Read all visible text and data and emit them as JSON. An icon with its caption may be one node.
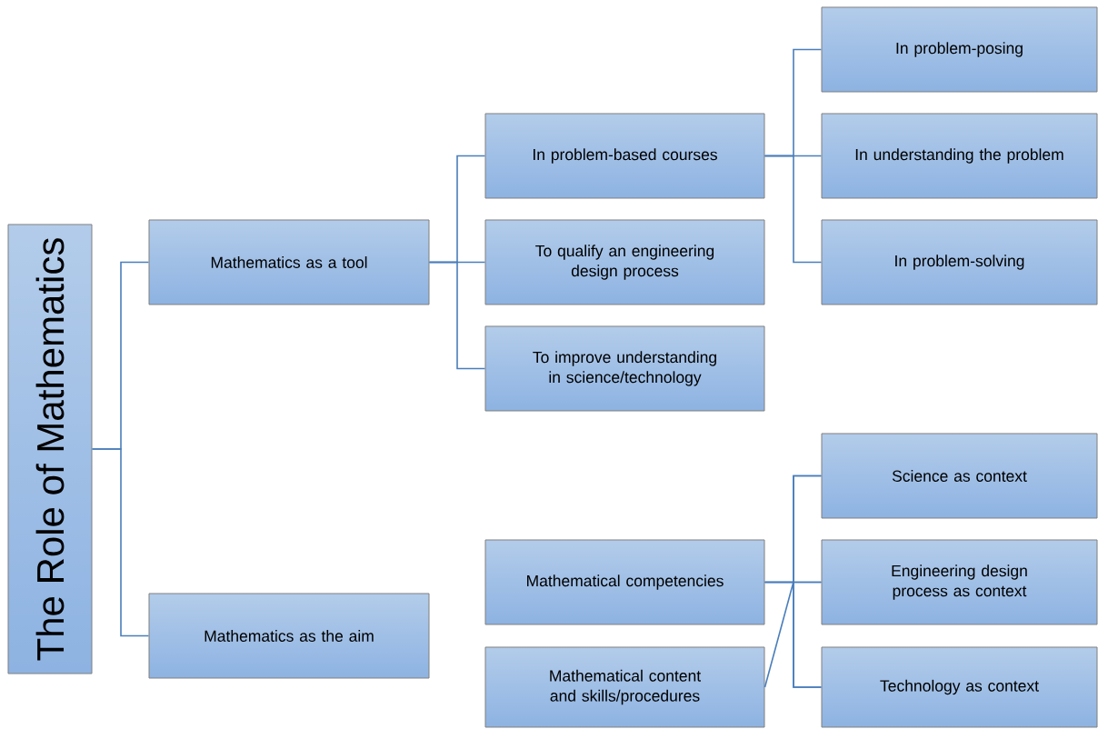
{
  "diagram": {
    "nodes": [
      {
        "text": [
          "The Role of Mathematics"
        ]
      },
      {
        "text": [
          "Mathematics as a tool"
        ]
      },
      {
        "text": [
          "Mathematics as the aim"
        ]
      },
      {
        "text": [
          "In problem-based courses"
        ]
      },
      {
        "text": [
          "To qualify an engineering design process"
        ]
      },
      {
        "text": [
          "To improve understanding in science/technology"
        ]
      },
      {
        "text": [
          "In problem-posing"
        ]
      },
      {
        "text": [
          "In understanding the problem"
        ]
      },
      {
        "text": [
          "In problem-solving"
        ]
      },
      {
        "text": [
          "Mathematical competencies"
        ]
      },
      {
        "text": [
          "Mathematical content and skills/procedures"
        ]
      },
      {
        "text": [
          "Science as context"
        ]
      },
      {
        "text": [
          "Engineering design process as context"
        ]
      },
      {
        "text": [
          "Technology as context"
        ]
      }
    ],
    "edges": [
      {
        "from": 0,
        "to": 1,
        "arrow": "none"
      },
      {
        "from": 0,
        "to": 2,
        "arrow": "none"
      },
      {
        "from": 1,
        "to": 3,
        "arrow": "none"
      },
      {
        "from": 1,
        "to": 4,
        "arrow": "none"
      },
      {
        "from": 1,
        "to": 5,
        "arrow": "none"
      },
      {
        "from": 3,
        "to": 6,
        "arrow": "none"
      },
      {
        "from": 3,
        "to": 7,
        "arrow": "none"
      },
      {
        "from": 3,
        "to": 8,
        "arrow": "none"
      },
      {
        "from": 9,
        "to": 11,
        "arrow": "none"
      },
      {
        "from": 9,
        "to": 12,
        "arrow": "none"
      },
      {
        "from": 9,
        "to": 13,
        "arrow": "none"
      },
      {
        "from": 10,
        "to": 11,
        "arrow": "none"
      },
      {
        "from": 10,
        "to": 12,
        "arrow": "none"
      },
      {
        "from": 10,
        "to": 13,
        "arrow": "none"
      }
    ]
  }
}
